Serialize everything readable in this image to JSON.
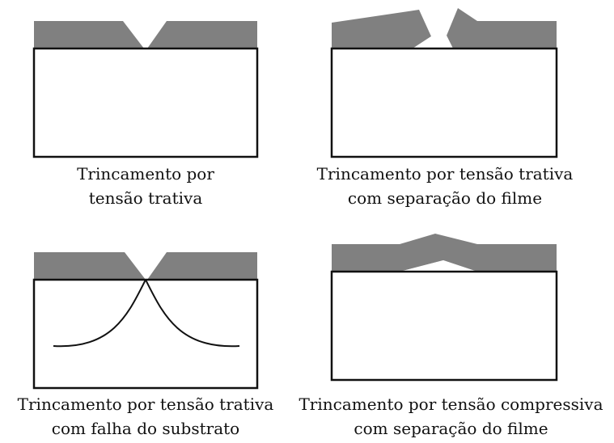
{
  "colors": {
    "film": "#808080",
    "substrate_fill": "#ffffff",
    "outline": "#111111"
  },
  "panels": [
    {
      "id": "tensile-cracking",
      "caption_lines": [
        "Trincamento por",
        "tensão trativa"
      ]
    },
    {
      "id": "tensile-cracking-film-separation",
      "caption_lines": [
        "Trincamento por tensão trativa",
        "com separação do filme"
      ]
    },
    {
      "id": "tensile-cracking-substrate-failure",
      "caption_lines": [
        "Trincamento por tensão trativa",
        "com falha do substrato"
      ]
    },
    {
      "id": "compressive-cracking-film-separation",
      "caption_lines": [
        "Trincamento por tensão compressiva",
        "com separação do filme"
      ]
    }
  ]
}
